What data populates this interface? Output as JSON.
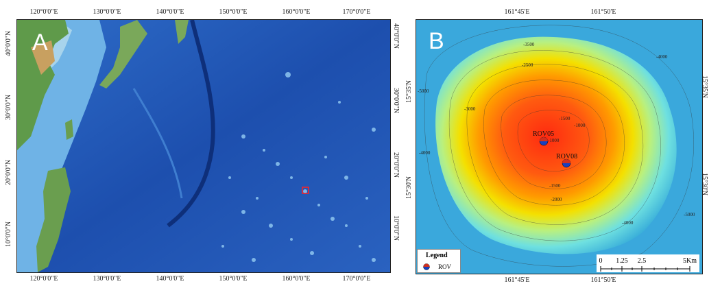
{
  "panelA": {
    "letter": "A",
    "top_ticks": [
      "120°0'0\"E",
      "130°0'0\"E",
      "140°0'0\"E",
      "150°0'0\"E",
      "160°0'0\"E",
      "170°0'0\"E"
    ],
    "bottom_ticks": [
      "120°0'0\"E",
      "130°0'0\"E",
      "140°0'0\"E",
      "150°0'0\"E",
      "160°0'0\"E",
      "170°0'0\"E"
    ],
    "left_ticks": [
      "40°0'0\"N",
      "30°0'0\"N",
      "20°0'0\"N",
      "10°0'0\"N"
    ],
    "right_ticks": [
      "40°0'0\"N",
      "30°0'0\"N",
      "20°0'0\"N",
      "10°0'0\"N"
    ],
    "colors": {
      "ocean": "#1f4fb0",
      "shallow": "#5aa6e0",
      "land": "#5f9a4a",
      "highland": "#c8a060",
      "marker": "#ff2020"
    }
  },
  "panelB": {
    "letter": "B",
    "top_ticks": [
      "161°45'E",
      "161°50'E"
    ],
    "bottom_ticks": [
      "161°45'E",
      "161°50'E"
    ],
    "left_ticks": [
      "15°35'N",
      "15°30'N"
    ],
    "right_ticks": [
      "15°35'N",
      "15°30'N"
    ],
    "contour_labels": [
      "-3500",
      "-2500",
      "-3000",
      "-4000",
      "-5000",
      "-1500",
      "-1000",
      "-1000",
      "-1500",
      "-2000",
      "-4000",
      "-5000",
      "-4000"
    ],
    "sites": [
      "ROV05",
      "ROV08"
    ],
    "legend": {
      "title": "Legend",
      "label": "ROV"
    },
    "scale": {
      "labels": [
        "0",
        "1.25",
        "2.5",
        "5Km"
      ]
    },
    "colors": {
      "deep": "#2aa8d8",
      "mid": "#7fe0e0",
      "yellow": "#f0e000",
      "orange": "#ff8a00",
      "peak": "#ff3010",
      "rov_top": "#d03020",
      "rov_bottom": "#1840c0"
    }
  }
}
